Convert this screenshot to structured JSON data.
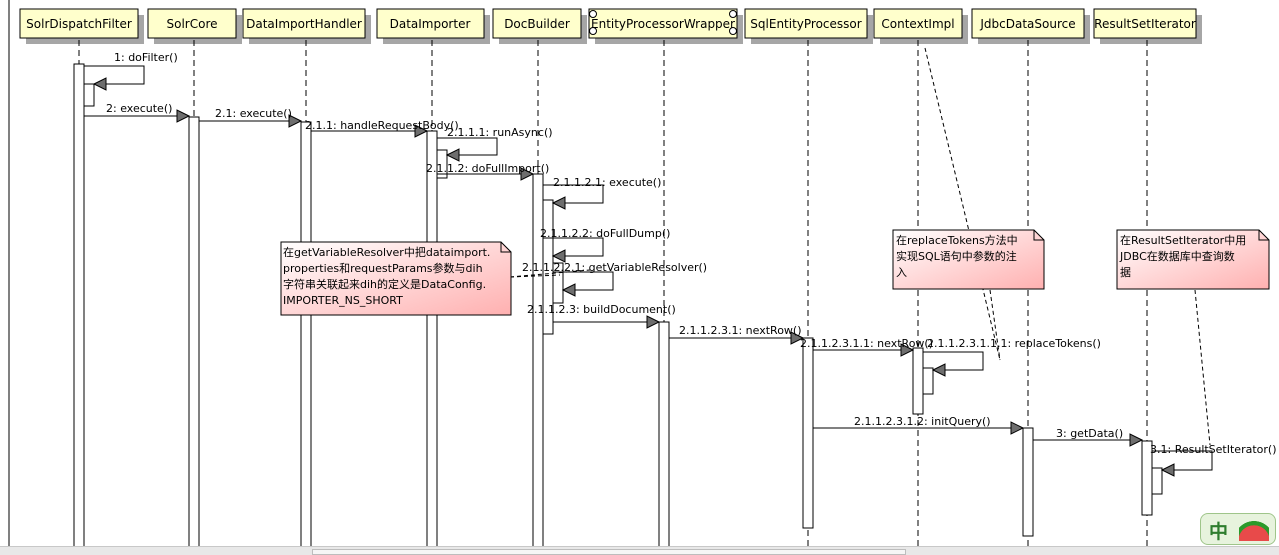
{
  "lifelines": [
    {
      "id": "sdf",
      "label": "SolrDispatchFilter"
    },
    {
      "id": "core",
      "label": "SolrCore"
    },
    {
      "id": "dih",
      "label": "DataImportHandler"
    },
    {
      "id": "dimp",
      "label": "DataImporter"
    },
    {
      "id": "db",
      "label": "DocBuilder"
    },
    {
      "id": "epw",
      "label": "EntityProcessorWrapper"
    },
    {
      "id": "sql",
      "label": "SqlEntityProcessor"
    },
    {
      "id": "ctx",
      "label": "ContextImpl"
    },
    {
      "id": "jdbc",
      "label": "JdbcDataSource"
    },
    {
      "id": "rsi",
      "label": "ResultSetIterator"
    }
  ],
  "messages": [
    {
      "label": "1: doFilter()"
    },
    {
      "label": "2: execute()"
    },
    {
      "label": "2.1: execute()"
    },
    {
      "label": "2.1.1: handleRequestBody()"
    },
    {
      "label": "2.1.1.1: runAsync()"
    },
    {
      "label": "2.1.1.2: doFullImport()"
    },
    {
      "label": "2.1.1.2.1: execute()"
    },
    {
      "label": "2.1.1.2.2: doFullDump()"
    },
    {
      "label": "2.1.1.2.2.1: getVariableResolver()"
    },
    {
      "label": "2.1.1.2.3: buildDocument()"
    },
    {
      "label": "2.1.1.2.3.1: nextRow()"
    },
    {
      "label": "2.1.1.2.3.1.1: nextRow()"
    },
    {
      "label": "2.1.1.2.3.1.1.1: replaceTokens()"
    },
    {
      "label": "2.1.1.2.3.1.2: initQuery()"
    },
    {
      "label": "3: getData()"
    },
    {
      "label": "3.1: ResultSetIterator()"
    }
  ],
  "notes": [
    {
      "lines": [
        "在getVariableResolver中把dataimport.",
        "properties和requestParams参数与dih",
        "字符串关联起来dih的定义是DataConfig.",
        "IMPORTER_NS_SHORT"
      ]
    },
    {
      "lines": [
        "在replaceTokens方法中",
        "实现SQL语句中参数的注",
        "入"
      ]
    },
    {
      "lines": [
        "在ResultSetIterator中用",
        "JDBC在数据库中查询数",
        "据"
      ]
    }
  ],
  "ime": {
    "char": "中"
  },
  "colors": {
    "header_fill": "#ffffcc",
    "note_fill_top": "#ffffff",
    "note_fill_bottom": "#ffb8b8",
    "line": "#000000",
    "arrowhead": "#6e6e6e"
  }
}
